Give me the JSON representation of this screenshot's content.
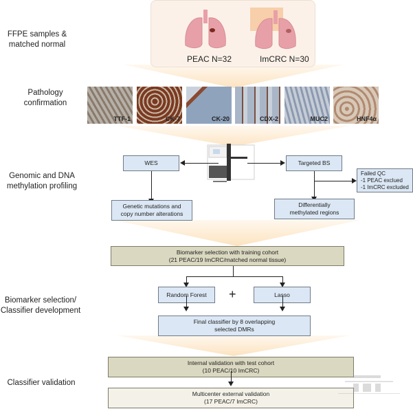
{
  "stages": {
    "samples": "FFPE samples & matched normal",
    "pathology": "Pathology confirmation",
    "profiling": "Genomic and DNA methylation profiling",
    "biomarker": "Biomarker selection/ Classifier development",
    "validation": "Classifier validation"
  },
  "cohorts": {
    "peac": "PEAC N=32",
    "imcrc": "ImCRC N=30"
  },
  "ihc_stains": [
    {
      "label": "TTF-1",
      "color": "#8a7a6a"
    },
    {
      "label": "CK-7",
      "color": "#7a3a20"
    },
    {
      "label": "CK-20",
      "color": "#8fa3bd"
    },
    {
      "label": "CDX-2",
      "color": "#a9b6c8"
    },
    {
      "label": "MUC2",
      "color": "#8c9ab0"
    },
    {
      "label": "HNF4α",
      "color": "#b08a70"
    }
  ],
  "profiling": {
    "wes": "WES",
    "targeted_bs": "Targeted BS",
    "genetic": "Genetic mutations and copy number alterations",
    "dmr": "Differentially methylated regions",
    "failed_qc": [
      "Failed QC",
      "-1 PEAC exclued",
      "-1 ImCRC excluded"
    ]
  },
  "biomarker": {
    "training_title": "Biomarker selection with training cohort",
    "training_detail": "(21 PEAC/19 ImCRC/matched normal tissue)",
    "random_forest": "Random Forest",
    "plus": "+",
    "lasso": "Lasso",
    "final_1": "Final classifier by 8 overlapping",
    "final_2": "selected DMRs"
  },
  "validation": {
    "internal_title": "Internal validation with test cohort",
    "internal_detail": "(10 PEAC/10 ImCRC)",
    "external_title": "Multicenter external validation",
    "external_detail": "(17 PEAC/7 ImCRC)"
  },
  "colors": {
    "blue_box": "#dbe7f4",
    "olive_box": "#dad8c0",
    "cream_box": "#f4f2e8",
    "chevron": "#fbe3bf",
    "lung": "#e8a0a8"
  }
}
